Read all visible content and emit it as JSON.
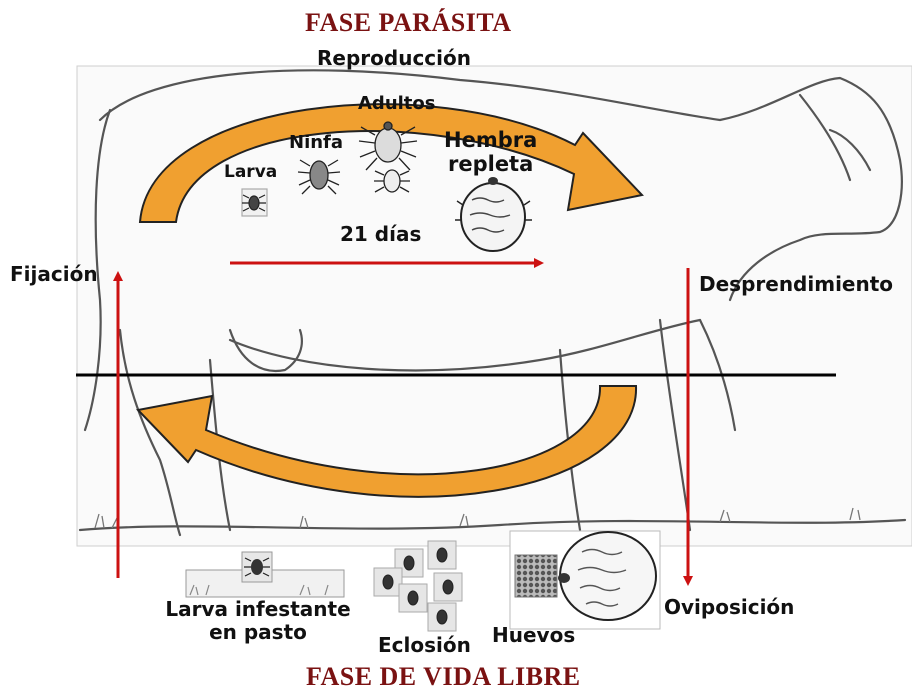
{
  "phases": {
    "parasitic": "FASE PARÁSITA",
    "free_living": "FASE DE VIDA LIBRE"
  },
  "labels": {
    "reproduction": "Reproducción",
    "adults": "Adultos",
    "nymph": "Ninfa",
    "larva": "Larva",
    "engorged_female_line1": "Hembra",
    "engorged_female_line2": "repleta",
    "days": "21 días",
    "attachment": "Fijación",
    "detachment": "Desprendimiento",
    "oviposition": "Oviposición",
    "eggs": "Huevos",
    "hatching": "Eclosión",
    "infesting_larva_line1": "Larva infestante",
    "infesting_larva_line2": "en pasto"
  },
  "colors": {
    "cycle_arrow": "#f0a030",
    "flow_arrow": "#cc1111",
    "divider": "#000000",
    "phase_title": "#7a1212",
    "drawing": "#555555"
  }
}
